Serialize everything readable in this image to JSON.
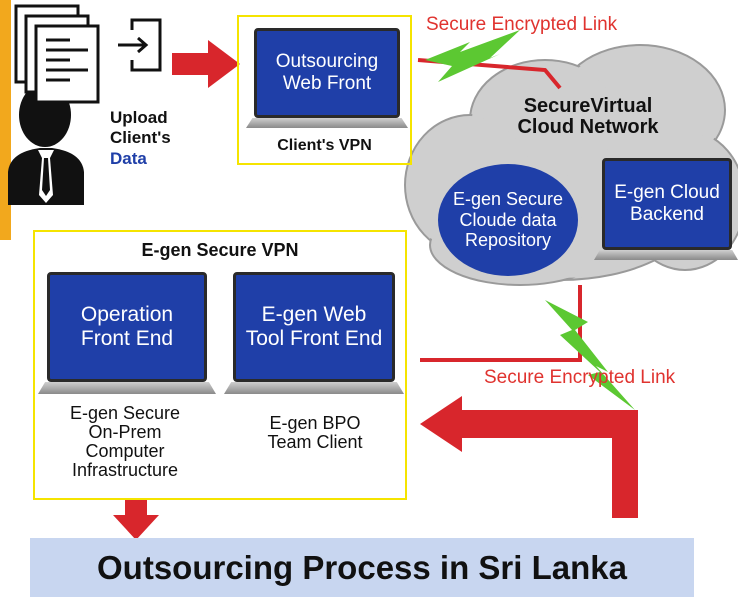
{
  "upload": {
    "line1": "Upload",
    "line2": "Client's",
    "line3": "Data"
  },
  "web_front": {
    "screen": "Outsourcing\nWeb Front",
    "caption": "Client's VPN"
  },
  "links": {
    "top": "Secure Encrypted Link",
    "bottom": "Secure Encrypted Link"
  },
  "cloud": {
    "title": "SecureVirtual\nCloud Network",
    "repository": "E-gen Secure\nCloude data\nRepository",
    "backend": "E-gen Cloud\nBackend"
  },
  "vpn": {
    "title": "E-gen Secure VPN",
    "operation_screen": "Operation\nFront End",
    "webtool_screen": "E-gen Web\nTool Front End",
    "onprem_caption": "E-gen Secure\nOn-Prem\nComputer\nInfrastructure",
    "bpo_caption": "E-gen BPO\nTeam Client"
  },
  "banner": {
    "title": "Outsourcing Process in Sri Lanka"
  },
  "colors": {
    "accent_red": "#e0332f",
    "screen_blue": "#1f3fa8",
    "frame_yellow": "#f5e400",
    "banner_bg": "#c8d6f0",
    "link_green": "#5cc832"
  }
}
